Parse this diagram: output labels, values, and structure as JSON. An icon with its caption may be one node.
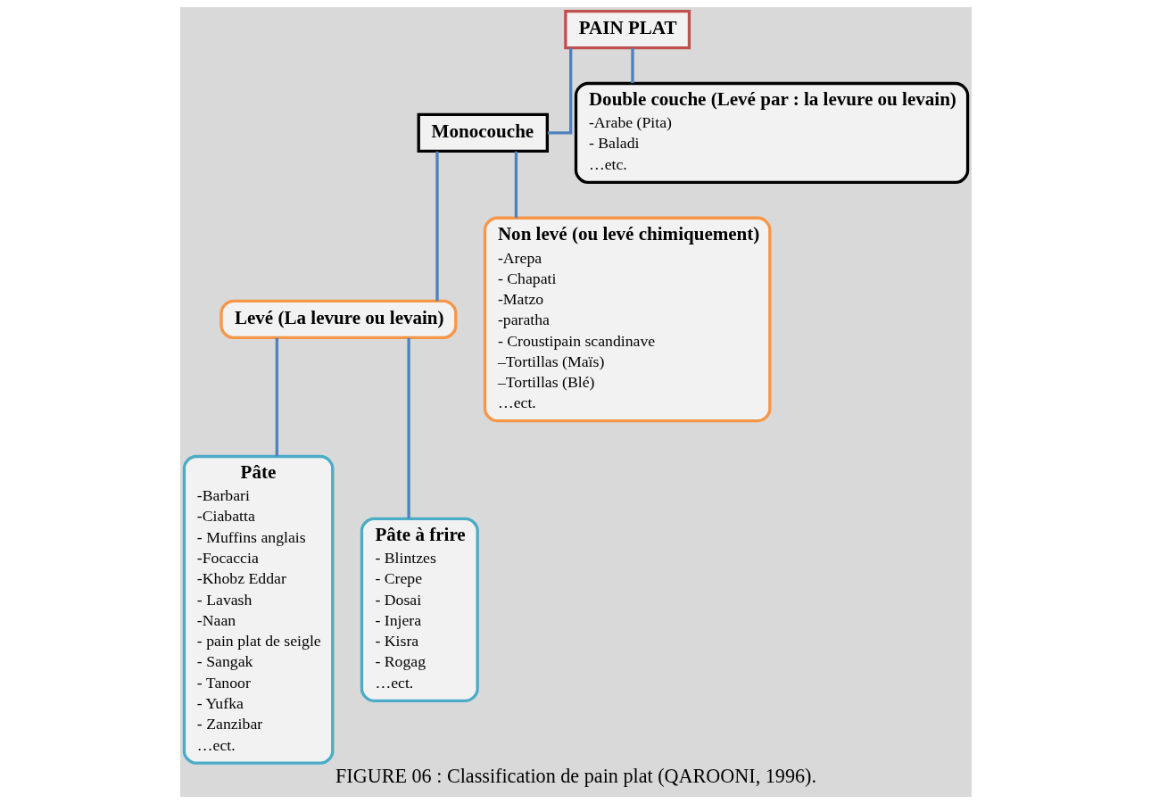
{
  "diagram": {
    "caption": "FIGURE 06 : Classification de pain plat (QAROONI, 1996).",
    "nodes": [
      {
        "text": [
          "PAIN PLAT"
        ]
      },
      {
        "text": [
          "Monocouche"
        ]
      },
      {
        "text": [
          "Double couche (Levé par : la levure ou levain)",
          "-Arabe (Pita)",
          "- Baladi",
          "…etc."
        ]
      },
      {
        "text": [
          "Levé (La levure ou levain)"
        ]
      },
      {
        "text": [
          "Non levé (ou levé chimiquement)",
          "-Arepa",
          "- Chapati",
          "-Matzo",
          "-paratha",
          "- Croustipain scandinave",
          "–Tortillas (Maïs)",
          "–Tortillas (Blé)",
          "…ect."
        ]
      },
      {
        "text": [
          "Pâte",
          "-Barbari",
          "-Ciabatta",
          "- Muffins anglais",
          "-Focaccia",
          "-Khobz Eddar",
          "- Lavash",
          "-Naan",
          "- pain plat de seigle",
          "- Sangak",
          "- Tanoor",
          "- Yufka",
          "- Zanzibar",
          "…ect."
        ]
      },
      {
        "text": [
          "Pâte à frire",
          "- Blintzes",
          "- Crepe",
          "- Dosai",
          "- Injera",
          "- Kisra",
          "- Rogag",
          "…ect."
        ]
      }
    ],
    "edges": [
      {
        "from": 0,
        "to": 1,
        "arrow": "none"
      },
      {
        "from": 0,
        "to": 2,
        "arrow": "none"
      },
      {
        "from": 1,
        "to": 3,
        "arrow": "none"
      },
      {
        "from": 1,
        "to": 4,
        "arrow": "none"
      },
      {
        "from": 3,
        "to": 5,
        "arrow": "none"
      },
      {
        "from": 3,
        "to": 6,
        "arrow": "none"
      }
    ]
  }
}
